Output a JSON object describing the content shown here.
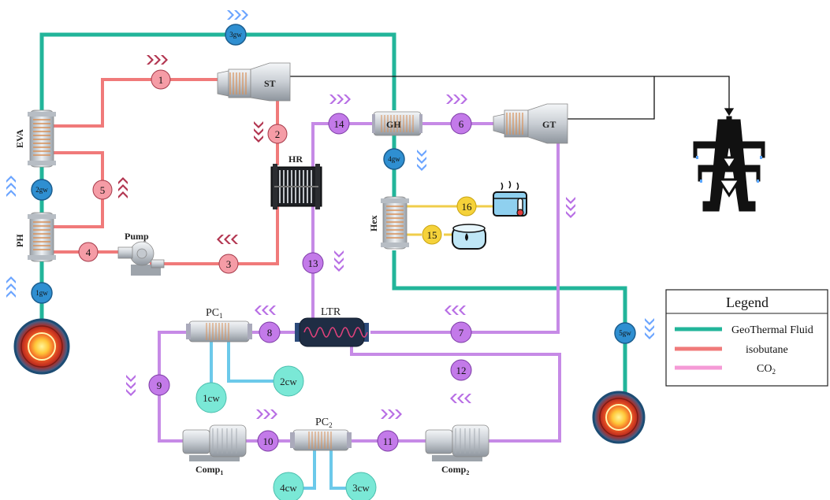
{
  "colors": {
    "geothermal": "#22b59a",
    "isobutane": "#f07a7a",
    "co2": "#c68ae6",
    "isobutane_node": "#f59ca6",
    "co2_node": "#c37ae9",
    "gw_node": "#2f8fd1",
    "cw_node": "#7ae8d6",
    "hot_node": "#f5d23a",
    "cooling_line": "#6cc9ea",
    "hot_line": "#f0cd4a",
    "power_line": "#111111"
  },
  "components": {
    "st": "ST",
    "gt": "GT",
    "gh": "GH",
    "hr": "HR",
    "ltr": "LTR",
    "eva": "EVA",
    "ph": "PH",
    "hex": "Hex",
    "pump": "Pump",
    "pc1": "PC",
    "pc1_sub": "1",
    "pc2": "PC",
    "pc2_sub": "2",
    "comp1": "Comp",
    "comp1_sub": "1",
    "comp2": "Comp",
    "comp2_sub": "2"
  },
  "nodes": {
    "n1": "1",
    "n2": "2",
    "n3": "3",
    "n4": "4",
    "n5": "5",
    "n6": "6",
    "n7": "7",
    "n8": "8",
    "n9": "9",
    "n10": "10",
    "n11": "11",
    "n12": "12",
    "n13": "13",
    "n14": "14",
    "n15": "15",
    "n16": "16",
    "gw1": "1gw",
    "gw2": "2gw",
    "gw3": "3gw",
    "gw4": "4gw",
    "gw5": "5gw",
    "cw1": "1cw",
    "cw2": "2cw",
    "cw3": "3cw",
    "cw4": "4cw"
  },
  "legend": {
    "title": "Legend",
    "items": [
      {
        "label": "GeoThermal Fluid",
        "color": "#22b59a"
      },
      {
        "label": "isobutane",
        "color": "#f07a7a"
      },
      {
        "label": "CO",
        "sub": "2",
        "color": "#f59ad6"
      }
    ]
  },
  "icons": {
    "power_tower": "power-transmission-tower-icon",
    "earth_core": "earth-core-icon",
    "hot_water": "hot-water-tank-icon",
    "water_tank": "water-tank-icon"
  }
}
